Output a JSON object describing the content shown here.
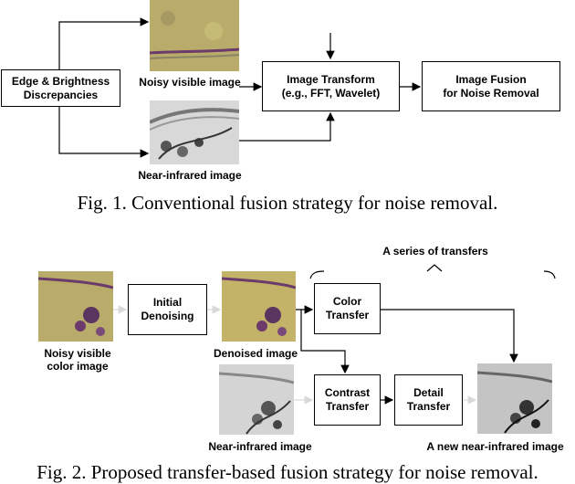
{
  "fig1": {
    "edge_box": "Edge & Brightness\nDiscrepancies",
    "noisy_visible_label": "Noisy visible image",
    "nir_label": "Near-infrared image",
    "transform_box": "Image Transform\n(e.g., FFT, Wavelet)",
    "fusion_box": "Image Fusion\nfor Noise Removal",
    "caption": "Fig. 1. Conventional fusion strategy for noise removal."
  },
  "fig2": {
    "series_label": "A series of transfers",
    "noisy_label": "Noisy visible\ncolor image",
    "initial_box": "Initial\nDenoising",
    "denoised_label": "Denoised image",
    "color_box": "Color\nTransfer",
    "contrast_box": "Contrast\nTransfer",
    "detail_box": "Detail\nTransfer",
    "nir_label": "Near-infrared image",
    "new_nir_label": "A new near-infrared image",
    "caption": "Fig. 2. Proposed transfer-based fusion strategy for noise removal."
  },
  "colors": {
    "line": "#000000",
    "arrow_light": "#d9d9d9",
    "plate_yellow": "#b9ac6a",
    "plate_purple": "#6b3b6b",
    "plate_gray": "#cfcfcf"
  }
}
